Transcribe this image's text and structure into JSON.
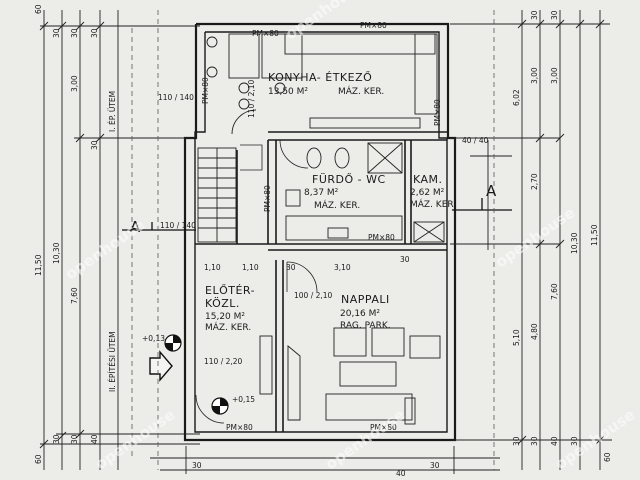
{
  "rooms": {
    "konyha": {
      "name": "KONYHA- ÉTKEZŐ",
      "area": "13,50 M²",
      "floor": "MÁZ. KER."
    },
    "furdo": {
      "name": "FÜRDŐ - WC",
      "area": "8,37 M²",
      "floor": "MÁZ. KER."
    },
    "kamra": {
      "name": "KAM.",
      "area": "2,62 M²",
      "floor": "MÁZ. KER."
    },
    "eloter": {
      "name_line1": "ELŐTÉR-",
      "name_line2": "KÖZL.",
      "area": "15,20 M²",
      "floor": "MÁZ. KER."
    },
    "nappali": {
      "name": "NAPPALI",
      "area": "20,16 M²",
      "floor": "RAG. PARK."
    }
  },
  "section_marks": {
    "left": "A",
    "right": "A"
  },
  "stages": {
    "first": "I. ÉP. ÜTEM",
    "second": "II. ÉPÍTÉSI ÜTEM"
  },
  "levels": {
    "entrance": "+0,13",
    "floor": "+0,15"
  },
  "left_dims": {
    "overall_a": "11,50",
    "overall_b": "10,30",
    "part_top": "3,00",
    "part_bottom": "7,60",
    "small": [
      "30",
      "30",
      "30",
      "60",
      "30",
      "30",
      "30",
      "40",
      "60"
    ]
  },
  "right_dims": {
    "overall_a": "11,50",
    "overall_b": "10,30",
    "top_a": "6,02",
    "top_b": "3,00",
    "top_c": "3,00",
    "mid": "2,70",
    "low_a": "5,10",
    "low_b": "4,80",
    "low_c": "7,60",
    "small": [
      "30",
      "30",
      "30",
      "40",
      "30",
      "30",
      "60"
    ]
  },
  "bottom_dims": [
    "30",
    "30",
    "40"
  ],
  "openings": {
    "kitchen_top_left": "PM×80",
    "kitchen_top_right": "PM×80",
    "kitchen_left": "PM×80",
    "kitchen_window_side": "PM×80",
    "kitchen_dim_left": "110 / 140",
    "kitchen_door": "110 / 2,10",
    "bath_window": "PM×80",
    "bath_side": "PM×80",
    "stair_mark": "110 / 140",
    "hall_win": "PM×80",
    "living_win": "PM×80",
    "hall_a": "1,10",
    "hall_b": "1,10",
    "hall_door": "100 / 2,10",
    "living_a": "3,10",
    "living_b": "30",
    "entry_door": "110 / 2,20",
    "kam_dim": "40 / 40",
    "small_30": "30"
  },
  "watermark": "openhouse"
}
